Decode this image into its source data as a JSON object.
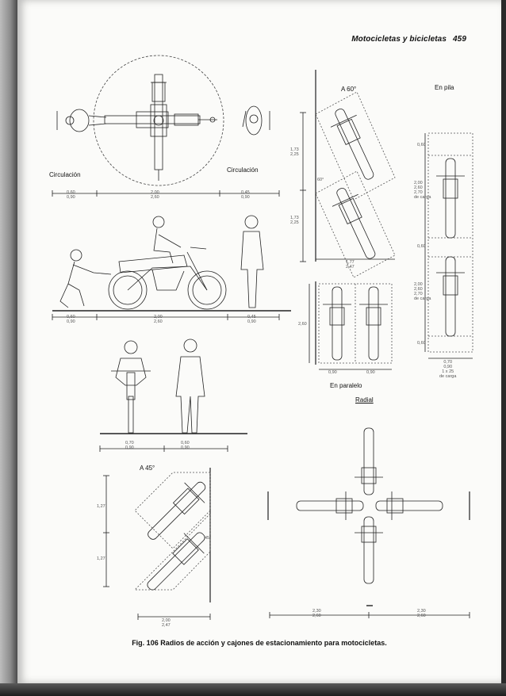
{
  "header": {
    "title": "Motocicletas y bicicletas",
    "page_number": "459"
  },
  "labels": {
    "circ_left": "Circulación",
    "circ_right": "Circulación",
    "a60": "A 60°",
    "en_pila": "En pila",
    "en_paralelo": "En paralelo",
    "radial": "Radial",
    "a45": "A 45°"
  },
  "dims": {
    "circ_1": "0,60",
    "circ_1b": "0,90",
    "circ_2": "2,00",
    "circ_2b": "2,60",
    "circ_3": "0,45",
    "circ_3b": "0,90",
    "side_1": "0,60",
    "side_1b": "0,90",
    "side_2": "2,00",
    "side_2b": "2,60",
    "side_3": "0,45",
    "side_3b": "0,90",
    "front_1": "0,70",
    "front_1b": "0,90",
    "front_2": "0,60",
    "front_2b": "0,90",
    "a60_v1": "1,73",
    "a60_v1b": "2,25",
    "a60_v2": "1,73",
    "a60_v2b": "2,25",
    "a60_angle": "60°",
    "a60_h": "1,77",
    "a60_hb": "2,47",
    "pila_top": "0,60",
    "pila_mid_a": "2,00",
    "pila_mid_b": "2,60",
    "pila_mid_c": "2,70",
    "pila_mid_d": "de carga",
    "pila_gap": "0,60",
    "pila_low_a": "2,00",
    "pila_low_b": "2,60",
    "pila_low_c": "2,70",
    "pila_low_d": "de carga",
    "pila_bot": "0,60",
    "pila_w_a": "0,70",
    "pila_w_b": "0,90",
    "pila_w_c": "1 x 25",
    "pila_w_d": "de carga",
    "par_h": "2,60",
    "par_w1": "0,90",
    "par_w2": "0,90",
    "a45_v1": "1,27",
    "a45_v2": "1,27",
    "a45_angle": "45°",
    "a45_h": "2,00",
    "a45_hb": "2,47",
    "rad_1": "2,30",
    "rad_1b": "2,60",
    "rad_2": "2,30",
    "rad_2b": "2,60"
  },
  "caption": "Fig. 106 Radios de acción y cajones de estacionamiento para motocicletas."
}
